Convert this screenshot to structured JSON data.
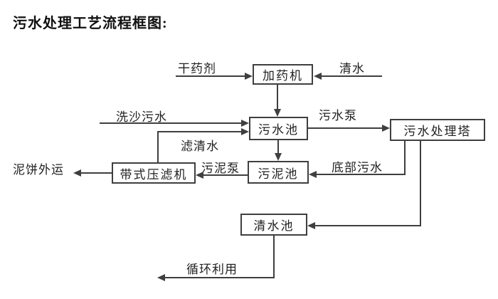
{
  "title": "污水处理工艺流程框图:",
  "diagram": {
    "type": "flowchart",
    "line_color": "#3f3f3f",
    "nodes": {
      "dosing_machine": {
        "label": "加药机"
      },
      "sewage_pool": {
        "label": "污水池"
      },
      "treatment_tower": {
        "label": "污水处理塔"
      },
      "sludge_pool": {
        "label": "污泥池"
      },
      "belt_filter_press": {
        "label": "带式压滤机"
      },
      "clean_water_pool": {
        "label": "清水池"
      }
    },
    "flow_labels": {
      "dry_agent": "干药剂",
      "clean_water": "清水",
      "sand_washing_sewage": "洗沙污水",
      "sewage_pump": "污水泵",
      "filtered_water": "滤清水",
      "sludge_pump": "污泥泵",
      "bottom_sewage": "底部污水",
      "mud_cake_out": "泥饼外运",
      "recycle": "循环利用"
    },
    "edges": [
      "干药剂 → 加药机",
      "清水 → 加药机",
      "加药机 → 污水池",
      "洗沙污水 → 污水池",
      "带式压滤机 →(滤清水) 污水池",
      "污水池 →(污水泵) 污水处理塔",
      "污水池 → 污泥池",
      "污泥池 →(污泥泵) 带式压滤机",
      "带式压滤机 → 泥饼外运",
      "污水处理塔 →(底部污水) 污泥池",
      "污水处理塔 → 清水池",
      "清水池 → 循环利用"
    ]
  }
}
